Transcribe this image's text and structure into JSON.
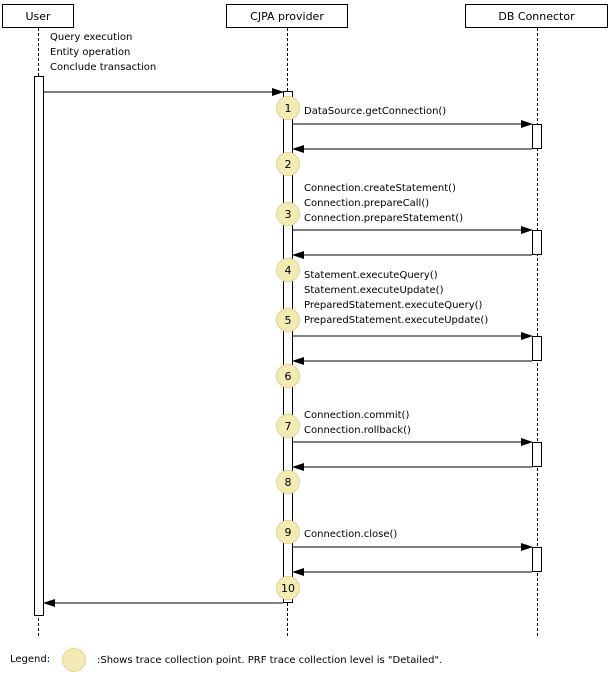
{
  "actors": {
    "user": "User",
    "provider": "CJPA provider",
    "connector": "DB Connector"
  },
  "user_message": {
    "lines": [
      "Query execution",
      "Entity operation",
      "Conclude transaction"
    ]
  },
  "calls": [
    {
      "lines": [
        "DataSource.getConnection()"
      ]
    },
    {
      "lines": [
        "Connection.createStatement()",
        "Connection.prepareCall()",
        "Connection.prepareStatement()"
      ]
    },
    {
      "lines": [
        "Statement.executeQuery()",
        "Statement.executeUpdate()",
        "PreparedStatement.executeQuery()",
        "PreparedStatement.executeUpdate()"
      ]
    },
    {
      "lines": [
        "Connection.commit()",
        "Connection.rollback()"
      ]
    },
    {
      "lines": [
        "Connection.close()"
      ]
    }
  ],
  "trace_points": [
    "1",
    "2",
    "3",
    "4",
    "5",
    "6",
    "7",
    "8",
    "9",
    "10"
  ],
  "legend": {
    "label": "Legend:",
    "text": ":Shows trace collection point. PRF trace collection level is \"Detailed\"."
  }
}
